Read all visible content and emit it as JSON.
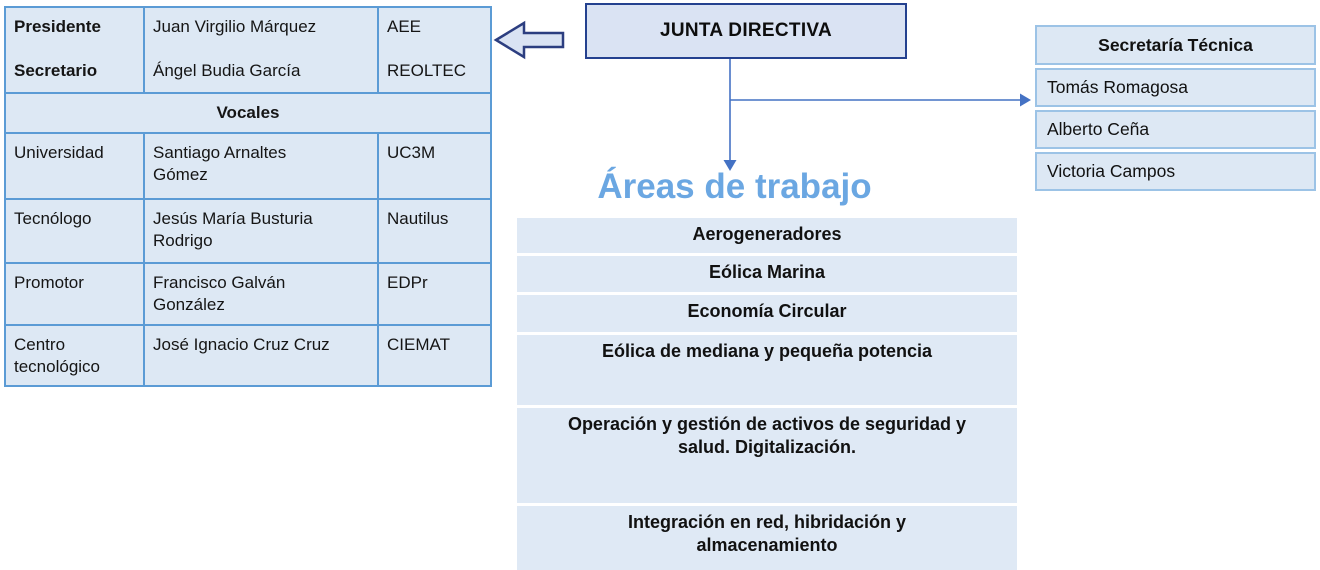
{
  "junta_box": {
    "label": "JUNTA DIRECTIVA"
  },
  "board": {
    "officers": [
      {
        "role": "Presidente",
        "name": "Juan Virgilio Márquez",
        "org": "AEE"
      },
      {
        "role": "Secretario",
        "name": "Ángel Budia García",
        "org": "REOLTEC"
      }
    ],
    "vocales_header": "Vocales",
    "vocales": [
      {
        "category": "Universidad",
        "name": "Santiago Arnaltes\nGómez",
        "org": "UC3M"
      },
      {
        "category": "Tecnólogo",
        "name": "Jesús María Busturia\nRodrigo",
        "org": "Nautilus"
      },
      {
        "category": "Promotor",
        "name": "Francisco Galván\nGonzález",
        "org": "EDPr"
      },
      {
        "category": "Centro\ntecnológico",
        "name": "José Ignacio Cruz Cruz",
        "org": "CIEMAT"
      }
    ]
  },
  "secretaria": {
    "header": "Secretaría Técnica",
    "members": [
      "Tomás Romagosa",
      "Alberto Ceña",
      "Victoria Campos"
    ]
  },
  "areas": {
    "title": "Áreas de trabajo",
    "items": [
      "Aerogeneradores",
      "Eólica Marina",
      "Economía Circular",
      "Eólica de mediana y pequeña potencia",
      "Operación y gestión de activos de seguridad y\nsalud. Digitalización.",
      "Integración en red, hibridación y\nalmacenamiento"
    ]
  },
  "icons": {
    "left_block_arrow": "left-block-arrow",
    "down_arrow": "down-arrowhead",
    "right_arrow": "right-arrowhead"
  },
  "colors": {
    "board_fill": "#dde8f4",
    "board_border": "#5b9bd5",
    "secretaria_border": "#9cc3e6",
    "junta_fill": "#dae3f3",
    "junta_border": "#24418f",
    "connector": "#4472c4",
    "areas_title": "#6ba7e2",
    "areas_row_fill": "#dfe9f5"
  }
}
